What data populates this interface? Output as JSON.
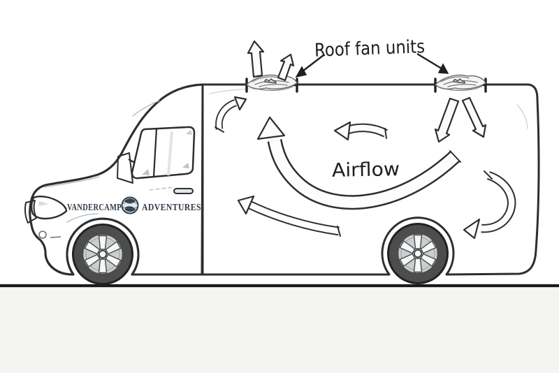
{
  "scene": {
    "type": "hand-drawn illustration",
    "title": "Campervan roof fan airflow diagram",
    "labels": {
      "roof_fans": "Roof fan units",
      "airflow": "Airflow"
    },
    "logo": {
      "word_left": "VANDERCAMP",
      "word_right": "ADVENTURES",
      "icon": "globe-icon"
    },
    "vehicle": "camper van, side view facing left",
    "fans": [
      {
        "position": "front roof",
        "function": "exhaust",
        "arrows": "two white arrows pointing up and out"
      },
      {
        "position": "rear roof",
        "function": "intake",
        "arrows": "two white arrows pointing down into van"
      }
    ],
    "airflow_arrows": [
      "large curved arrow sweeping from rear, down along floor, rising to front fan",
      "short arrow pointing forward above the Airflow label",
      "long low arrow near the floor pointing up toward the front",
      "curled arrow circulating at the rear wall",
      "small curved arrow rising into the front fan"
    ],
    "colors": {
      "background": "#ffffff",
      "outline": "#2e2e2e",
      "body_cab": "#ccdadf",
      "body_cargo": "#e3eaf1",
      "window": "#fbfcfd",
      "tire": "#4d4d4d",
      "rim": "#c9ced1",
      "mirror": "#5a5f63",
      "headlight_nose": "#565a5e",
      "logo_text": "#333c49",
      "ground": "#1b1b1b",
      "below_ground": "#f4f4f1",
      "arrow_fill": "#fdfdfd"
    }
  }
}
